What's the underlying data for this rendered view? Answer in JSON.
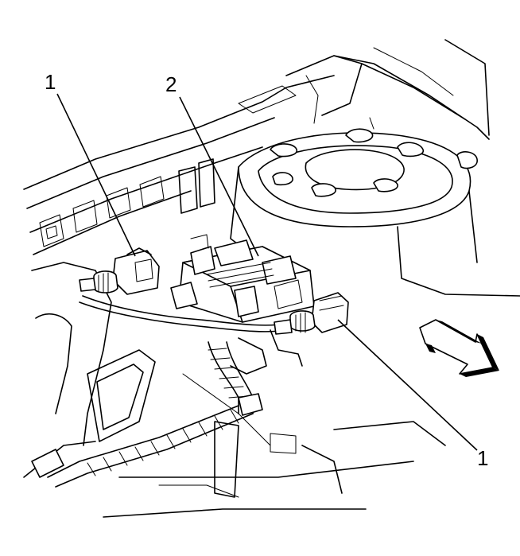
{
  "callouts": [
    {
      "id": "callout-1-left",
      "label": "1"
    },
    {
      "id": "callout-2",
      "label": "2"
    },
    {
      "id": "callout-1-right",
      "label": "1"
    }
  ],
  "icons": {
    "direction_arrow": "front-direction-arrow-icon"
  }
}
